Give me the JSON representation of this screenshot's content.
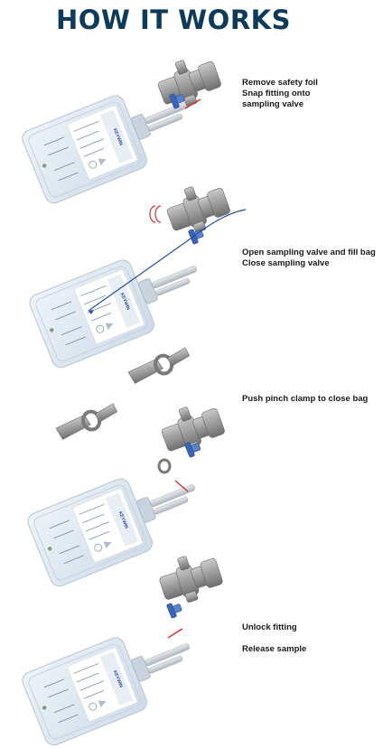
{
  "title": "HOW IT WORKS",
  "colors": {
    "title": "#0e3b5a",
    "arrow": "#d0312d",
    "tube": "#2a4fa0",
    "valve_blue": "#3a66b8",
    "bag_fill": "#dfe8f2",
    "fitting_grey": "#9a9a9a"
  },
  "steps": [
    {
      "lines": [
        "Remove safety foil",
        "Snap fitting onto",
        "sampling valve"
      ]
    },
    {
      "lines": [
        "Open sampling valve and fill bag",
        "Close sampling valve"
      ]
    },
    {
      "lines": [
        "Push pinch clamp to close bag"
      ]
    },
    {
      "lines": [
        "Unlock fitting",
        "",
        "Release sample"
      ]
    }
  ]
}
